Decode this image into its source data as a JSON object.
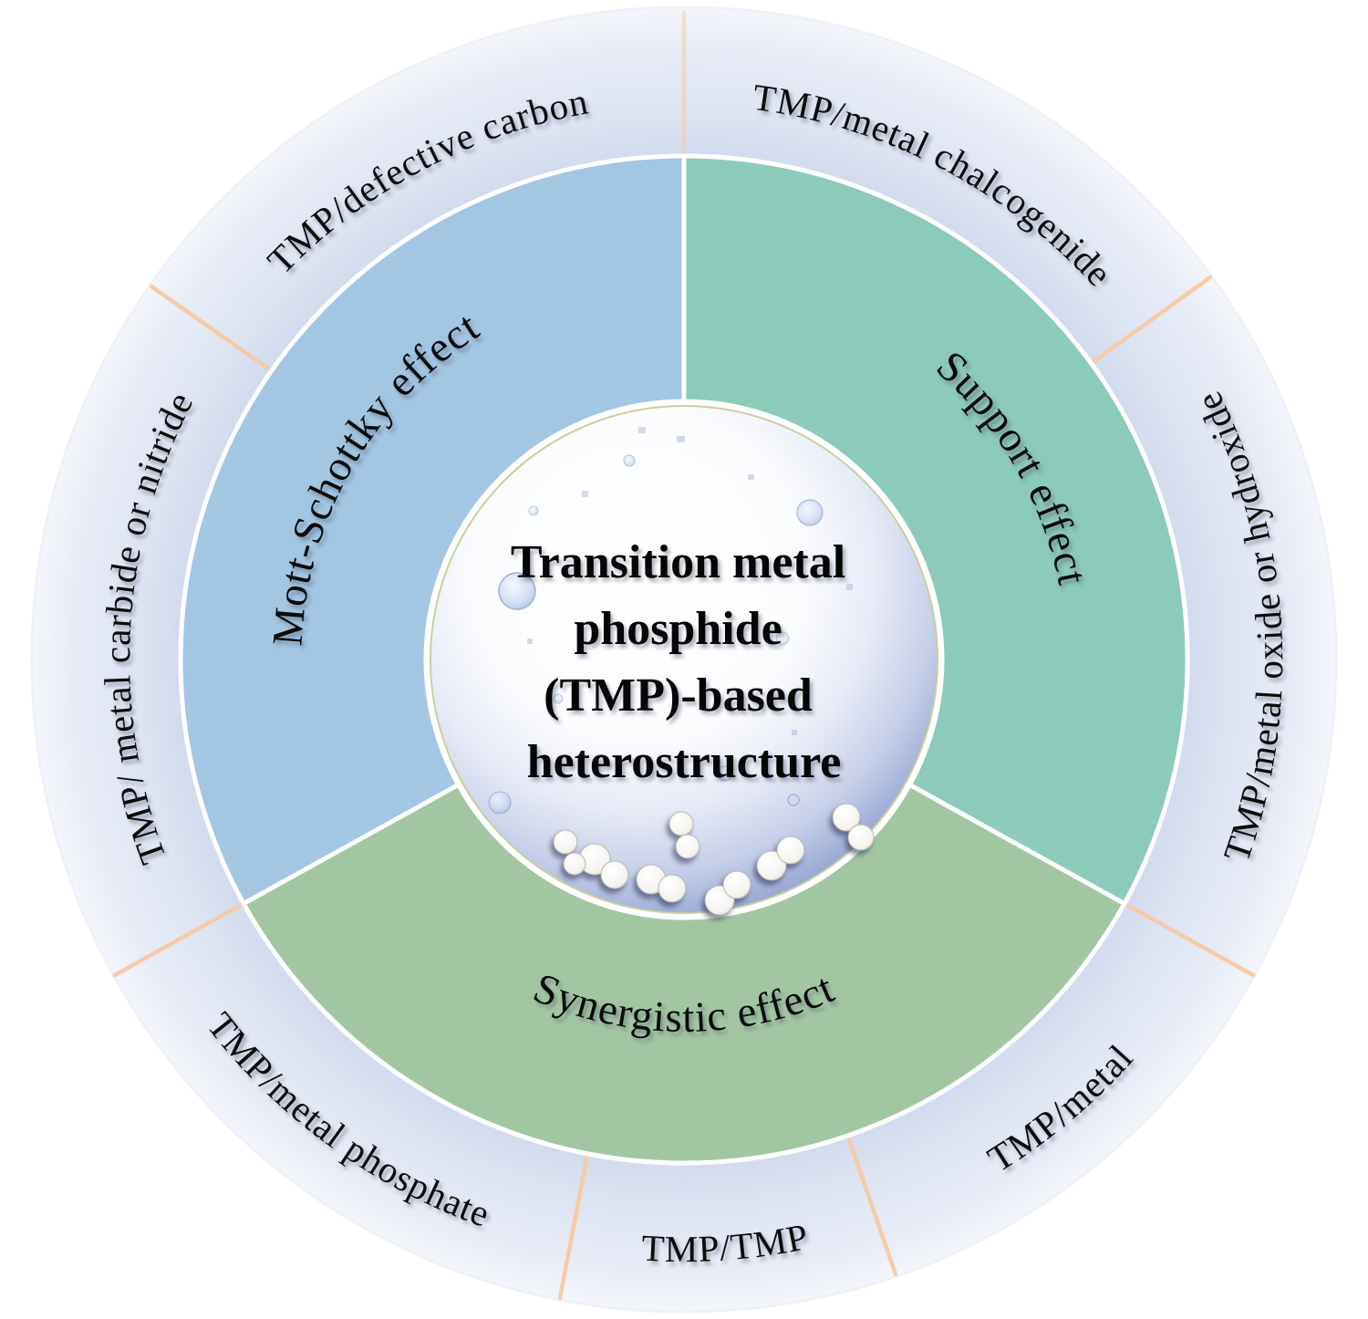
{
  "diagram": {
    "center": {
      "lines": [
        "Transition metal",
        "phosphide",
        "(TMP)-based",
        "heterostructure"
      ]
    },
    "sectors": [
      {
        "label": "Mott-Schottky effect",
        "color": "#a3c6e3"
      },
      {
        "label": "Support effect",
        "color": "#8ccab9"
      },
      {
        "label": "Synergistic effect",
        "color": "#a3c6a2"
      }
    ],
    "outer_segments": [
      {
        "label": "TMP/defective carbon"
      },
      {
        "label": "TMP/metal chalcogenide"
      },
      {
        "label": "TMP/metal oxide or hydroxide"
      },
      {
        "label": "TMP/metal"
      },
      {
        "label": "TMP/TMP"
      },
      {
        "label": "TMP/metal phosphate"
      },
      {
        "label": "TMP/ metal carbide or nitride"
      }
    ],
    "colors": {
      "outer_ring": "#dfe6f3",
      "segment_divider": "#f8c9a2",
      "sector_divider": "#ffffff",
      "sphere_edge": "#8b9cce",
      "sphere_rim": "#c8cf9e",
      "background": "#ffffff"
    }
  }
}
